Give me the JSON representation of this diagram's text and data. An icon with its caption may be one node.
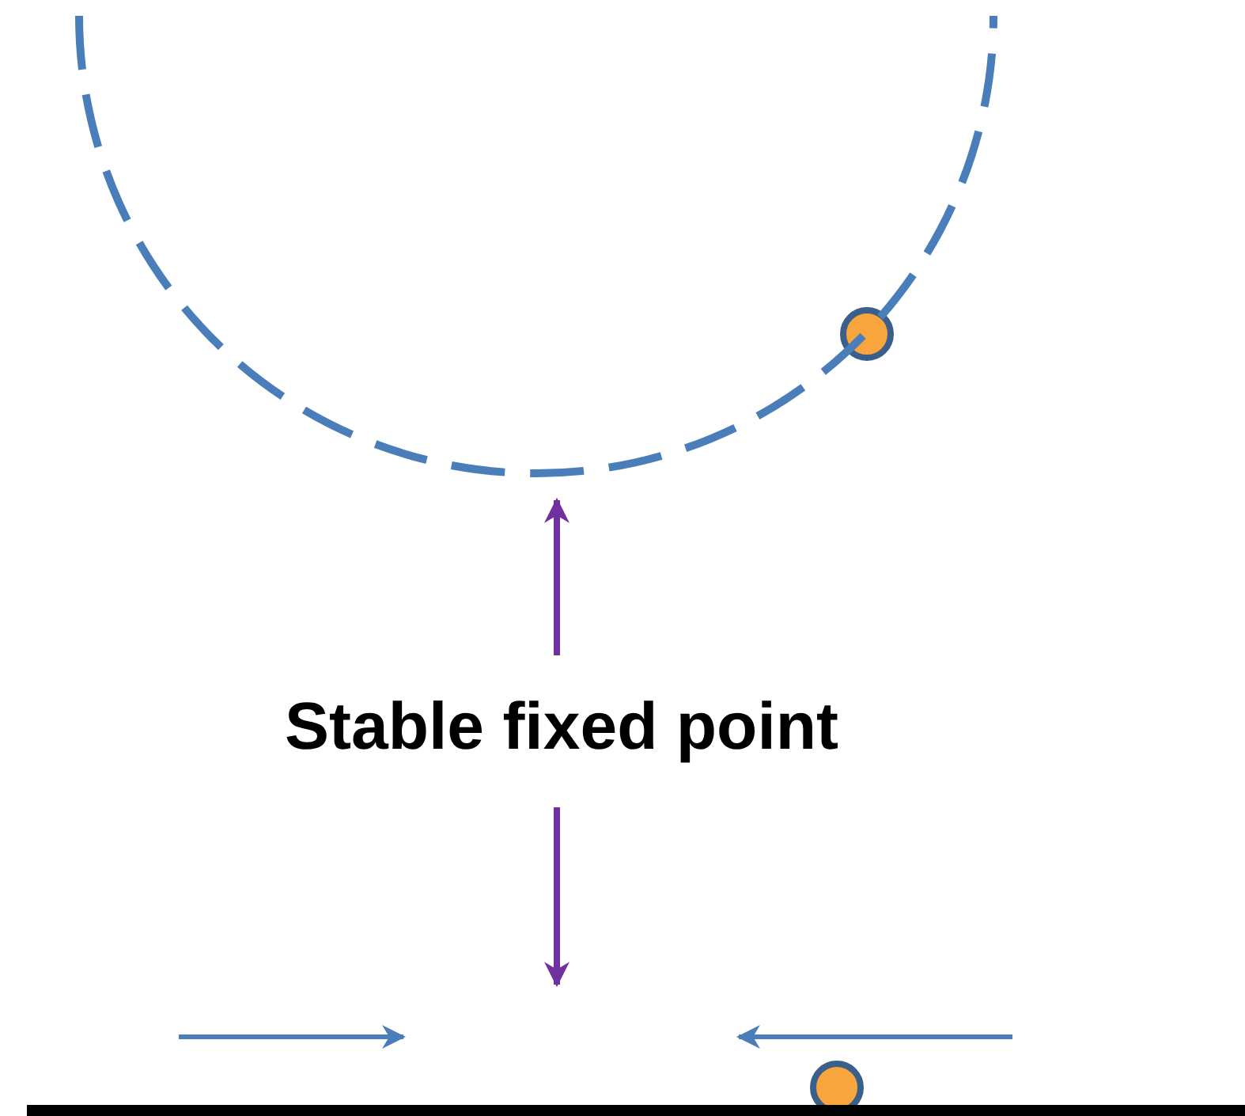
{
  "diagram": {
    "nodes": [
      {
        "text": [
          "Stable fixed point"
        ]
      },
      {
        "text": [],
        "shape": "bowl"
      },
      {
        "text": [],
        "shape": "bar"
      }
    ],
    "edges": [
      {
        "from": 0,
        "to": 1,
        "arrow": "to"
      },
      {
        "from": 0,
        "to": 2,
        "arrow": "to"
      }
    ]
  }
}
